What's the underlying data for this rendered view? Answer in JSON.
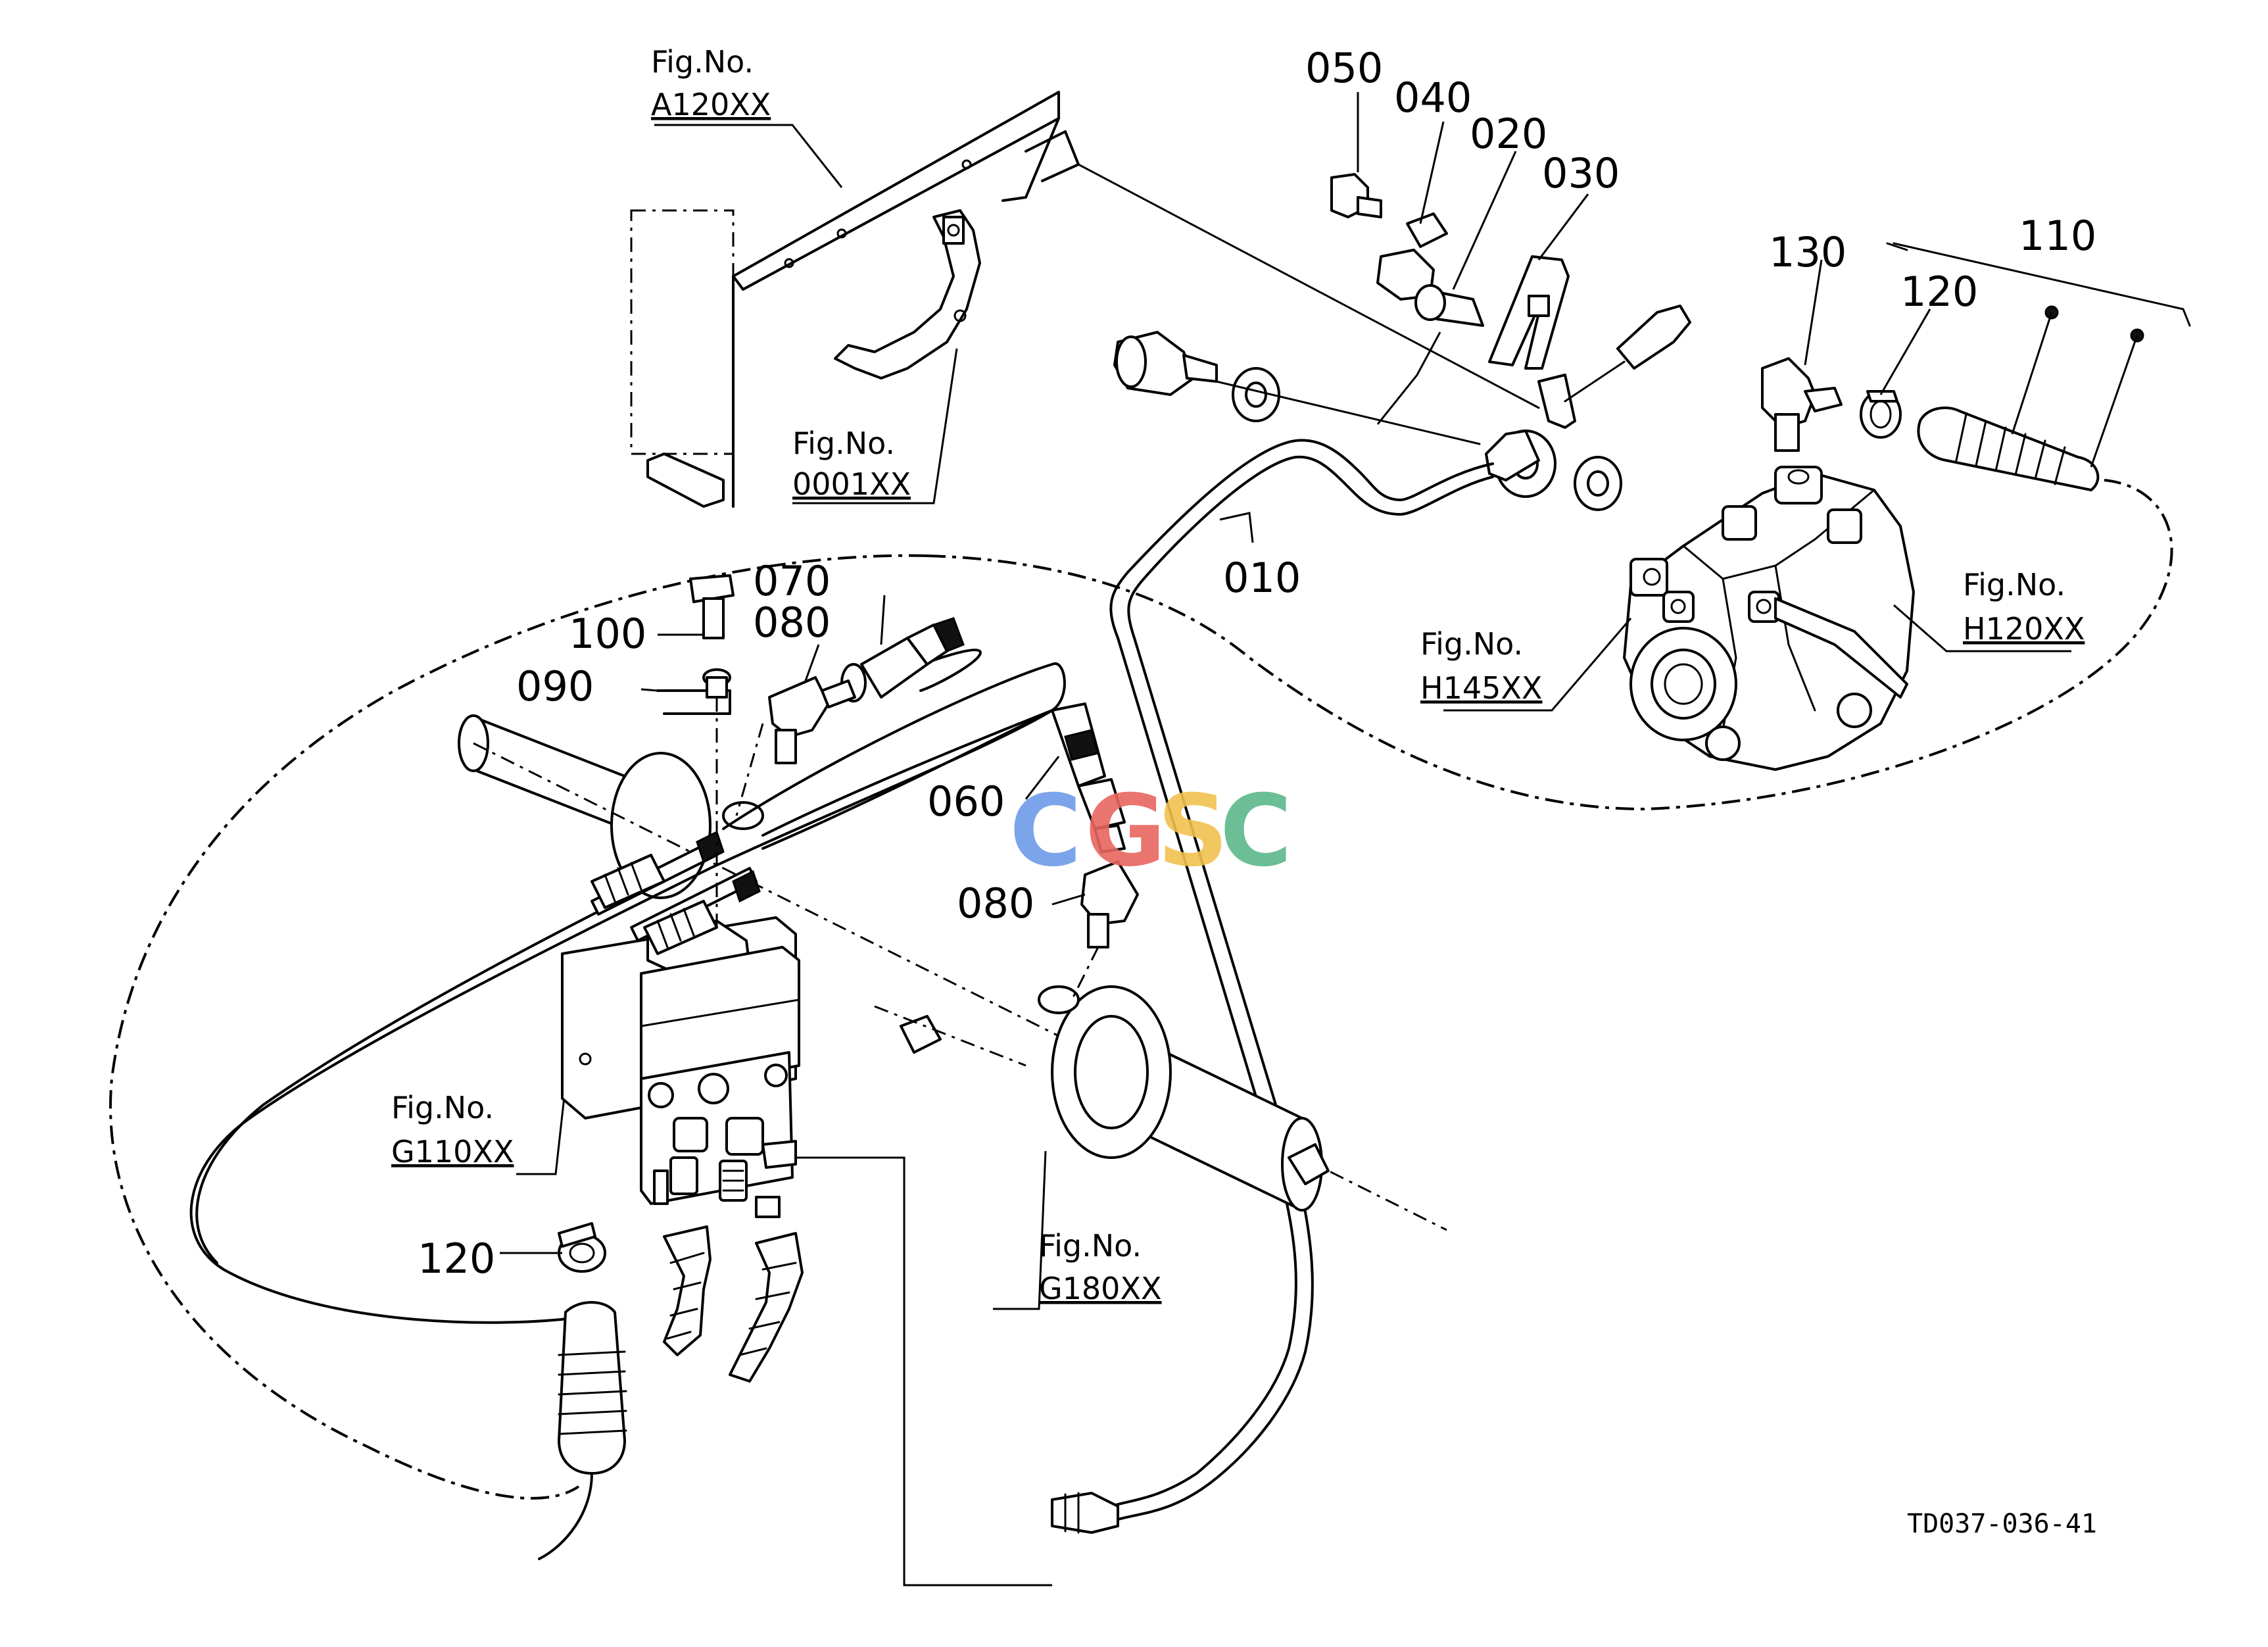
{
  "callouts": {
    "c010": "010",
    "c020": "020",
    "c030": "030",
    "c040": "040",
    "c050": "050",
    "c060": "060",
    "c070": "070",
    "c080a": "080",
    "c080b": "080",
    "c090": "090",
    "c100": "100",
    "c110": "110",
    "c120a": "120",
    "c120b": "120",
    "c130": "130"
  },
  "figure_refs": {
    "fig_label": "Fig.No.",
    "a120": "A120XX",
    "f0001": "0001XX",
    "h145": "H145XX",
    "h120": "H120XX",
    "g110": "G110XX",
    "g180": "G180XX"
  },
  "drawing_code": "TD037-036-41",
  "watermark": {
    "letters": [
      "C",
      "G",
      "S",
      "C"
    ],
    "colors": [
      "#6e9be8",
      "#e8665f",
      "#f2c14e",
      "#5bb88a"
    ]
  }
}
